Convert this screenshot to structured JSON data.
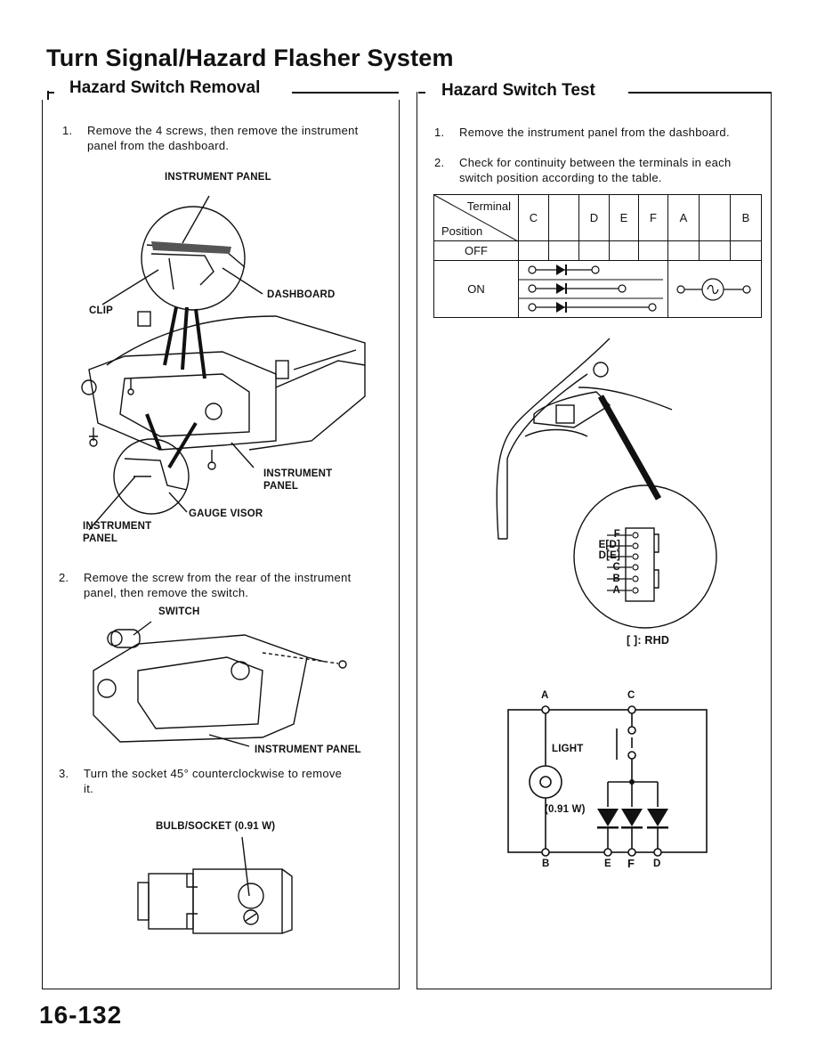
{
  "page": {
    "title": "Turn Signal/Hazard Flasher System",
    "page_number": "16-132"
  },
  "left_section": {
    "title": "Hazard Switch Removal",
    "step1_num": "1.",
    "step1_line1": "Remove the 4 screws, then remove the instrument",
    "step1_line2": "panel from the dashboard.",
    "step2_num": "2.",
    "step2_line1": "Remove the screw from the rear of the instrument",
    "step2_line2": "panel, then remove the switch.",
    "step3_num": "3.",
    "step3_line1": "Turn the socket 45° counterclockwise to remove",
    "step3_line2": "it.",
    "labels": {
      "instrument_panel_top": "INSTRUMENT PANEL",
      "dashboard": "DASHBOARD",
      "clip": "CLIP",
      "instrument_line1": "INSTRUMENT",
      "panel_line2": "PANEL",
      "gauge_visor": "GAUGE VISOR",
      "instrument_left_line1": "INSTRUMENT",
      "panel_left_line2": "PANEL",
      "switch": "SWITCH",
      "instrument_panel_bottom": "INSTRUMENT PANEL",
      "bulb_socket": "BULB/SOCKET (0.91 W)"
    }
  },
  "right_section": {
    "title": "Hazard Switch Test",
    "step1_num": "1.",
    "step1_line1": "Remove the instrument panel from the dashboard.",
    "step2_num": "2.",
    "step2_line1": "Check for continuity between the terminals in each",
    "step2_line2": "switch position according to the table.",
    "table": {
      "corner_terminal": "Terminal",
      "corner_position": "Position",
      "columns": [
        "C",
        "D",
        "E",
        "F",
        "A",
        "B"
      ],
      "rows": [
        "OFF",
        "ON"
      ]
    },
    "connector_labels": [
      "F",
      "E[D]",
      "D[E]",
      "C",
      "B",
      "A"
    ],
    "rhd_note": "[ ]: RHD",
    "circuit": {
      "top_labels": [
        "A",
        "C"
      ],
      "light_label": "LIGHT",
      "wattage": "(0.91 W)",
      "bottom_labels": [
        "B",
        "E",
        "F",
        "D"
      ]
    }
  }
}
